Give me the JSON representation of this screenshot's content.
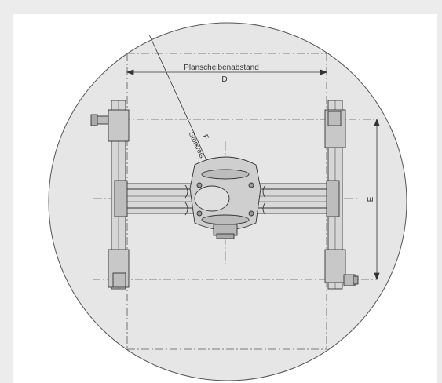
{
  "drawing": {
    "labels": {
      "faceplate_distance": "Planscheibenabstand",
      "dim_d": "D",
      "dim_e": "E",
      "dim_f": "F",
      "swing_circle": "Störkreis"
    },
    "colors": {
      "page_background": "#ececec",
      "frame_background": "#ffffff",
      "circle_fill": "#e6e6e6",
      "line": "#333333",
      "part_fill": "#c4c4c4"
    }
  }
}
